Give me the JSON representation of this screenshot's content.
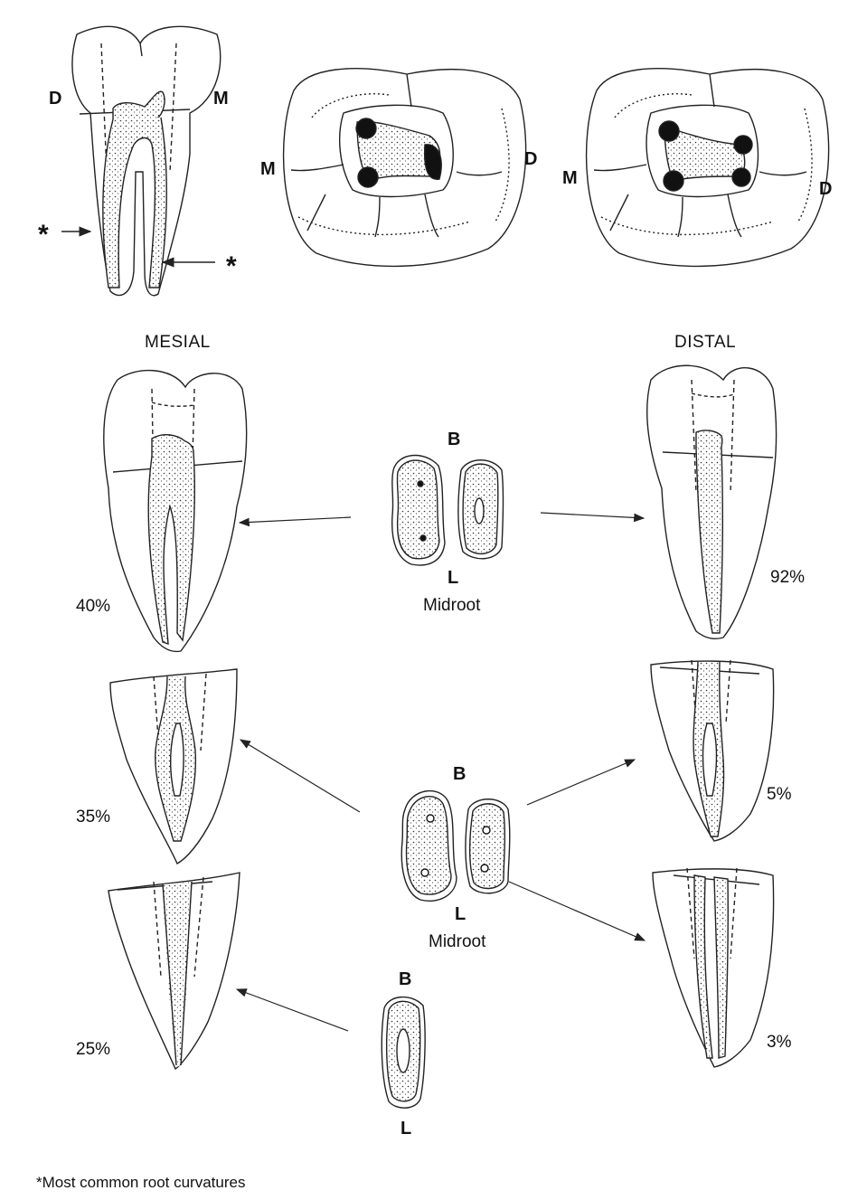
{
  "labels": {
    "D": "D",
    "M": "M",
    "B": "B",
    "L": "L",
    "star": "*",
    "mesial": "MESIAL",
    "distal": "DISTAL",
    "midroot": "Midroot",
    "footnote": "*Most common root curvatures"
  },
  "percentages": {
    "mesial_top": "40%",
    "mesial_middle": "35%",
    "mesial_bottom": "25%",
    "distal_top": "92%",
    "distal_middle": "5%",
    "distal_bottom": "3%"
  }
}
